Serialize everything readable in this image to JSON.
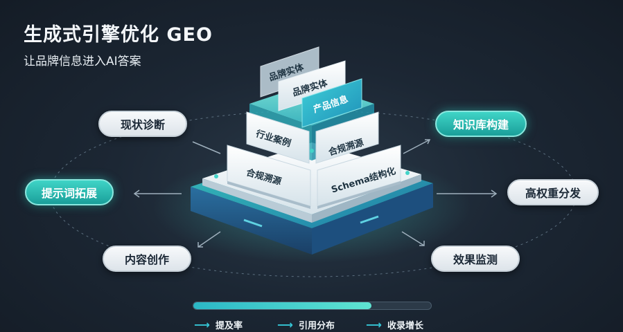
{
  "header": {
    "title": "生成式引擎优化 GEO",
    "subtitle": "让品牌信息进入AI答案"
  },
  "stack": {
    "top_cards": [
      "品牌实体",
      "品牌实体",
      "产品信息"
    ],
    "mid_cards": [
      "行业案例",
      "合规溯源"
    ],
    "base_cards": [
      "合规溯源",
      "Schema结构化"
    ]
  },
  "nodes": {
    "left": [
      "现状诊断",
      "提示词拓展",
      "内容创作"
    ],
    "right": [
      "知识库构建",
      "高权重分发",
      "效果监测"
    ],
    "highlighted": [
      "提示词拓展",
      "知识库构建"
    ]
  },
  "progress": {
    "fraction": 0.75,
    "metrics": [
      "提及率",
      "引用分布",
      "收录增长"
    ]
  },
  "colors": {
    "accent": "#3fd4c6",
    "accent_dark": "#1a9f9a",
    "background": "#1c2734"
  }
}
